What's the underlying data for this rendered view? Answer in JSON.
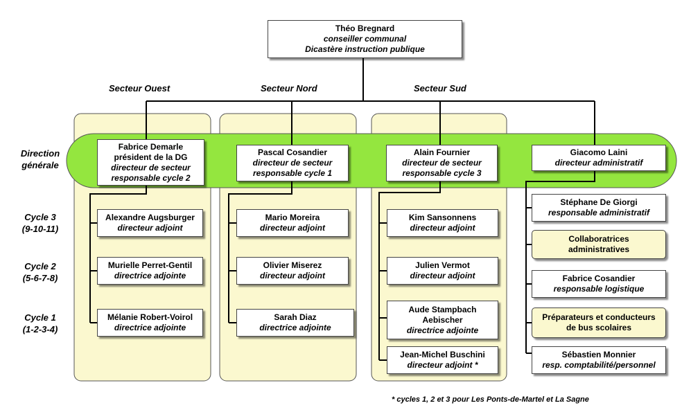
{
  "top": {
    "name": "Théo Bregnard",
    "role1": "conseiller communal",
    "role2": "Dicastère instruction  publique"
  },
  "sectors": {
    "ouest": "Secteur Ouest",
    "nord": "Secteur Nord",
    "sud": "Secteur Sud"
  },
  "rows": {
    "direction": [
      "Direction",
      "générale"
    ],
    "cycle3": [
      "Cycle 3",
      "(9-10-11)"
    ],
    "cycle2": [
      "Cycle 2",
      "(5-6-7-8)"
    ],
    "cycle1": [
      "Cycle 1",
      "(1-2-3-4)"
    ]
  },
  "direction": {
    "ouest": {
      "name": "Fabrice Demarle",
      "role1": "président de la DG",
      "role2": "directeur de secteur",
      "role3": "responsable cycle 2"
    },
    "nord": {
      "name": "Pascal Cosandier",
      "role1": "directeur de secteur",
      "role2": "responsable cycle 1"
    },
    "sud": {
      "name": "Alain Fournier",
      "role1": "directeur de secteur",
      "role2": "responsable cycle 3"
    },
    "admin": {
      "name": "Giacomo Laini",
      "role1": "directeur administratif"
    }
  },
  "ouest": [
    {
      "name": "Alexandre Augsburger",
      "role": "directeur adjoint"
    },
    {
      "name": "Murielle Perret-Gentil",
      "role": "directrice adjointe"
    },
    {
      "name": "Mélanie Robert-Voirol",
      "role": "directrice adjointe"
    }
  ],
  "nord": [
    {
      "name": "Mario Moreira",
      "role": "directeur adjoint"
    },
    {
      "name": "Olivier Miserez",
      "role": "directeur adjoint"
    },
    {
      "name": "Sarah Diaz",
      "role": "directrice adjointe"
    }
  ],
  "sud": [
    {
      "name": "Kim Sansonnens",
      "role": "directeur adjoint"
    },
    {
      "name": "Julien Vermot",
      "role": "directeur adjoint"
    },
    {
      "name1": "Aude Stampbach",
      "name2": "Aebischer",
      "role": "directrice adjointe"
    },
    {
      "name": "Jean-Michel Buschini",
      "role": "directeur adjoint  *"
    }
  ],
  "admin": {
    "p1": {
      "name": "Stéphane De Giorgi",
      "role": "responsable administratif"
    },
    "g1": [
      "Collaboratrices",
      "administratives"
    ],
    "p2": {
      "name": "Fabrice Cosandier",
      "role": "responsable logistique"
    },
    "g2": [
      "Préparateurs et conducteurs",
      "de bus scolaires"
    ],
    "p3": {
      "name": "Sébastien Monnier",
      "role": "resp. comptabilité/personnel"
    }
  },
  "note": "* cycles 1, 2 et 3 pour Les Ponts-de-Martel et La Sagne",
  "colors": {
    "column_fill": "#fbf8cf",
    "band_fill": "#94e63f",
    "line": "#000000"
  }
}
